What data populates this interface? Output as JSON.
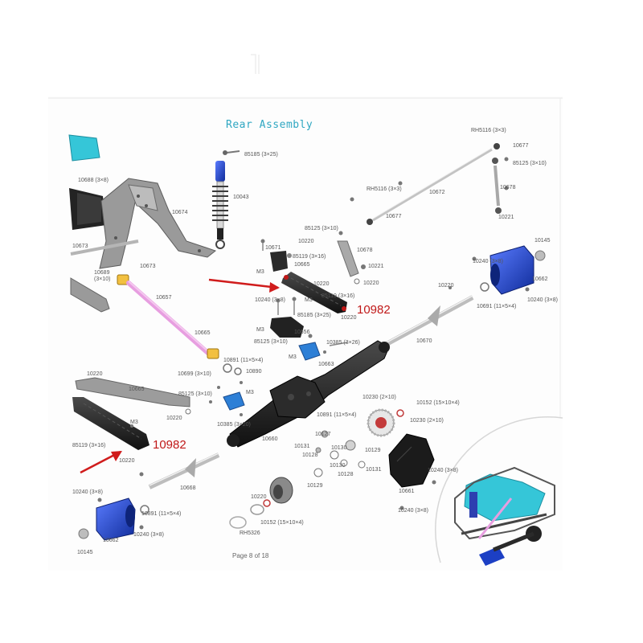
{
  "diagram": {
    "title": "Rear Assembly",
    "page_label": "Page 8 of 18",
    "callouts": [
      "10982",
      "10982"
    ],
    "part_labels": {
      "p10688": "10688 (3×8)",
      "p85185a": "85185 (3×25)",
      "p10043": "10043",
      "p10674": "10674",
      "p10673": "10673",
      "p10673b": "10673",
      "p10689": "10689",
      "p3x10": "(3×10)",
      "p10657": "10657",
      "p10665": "10665",
      "p10891a": "10891 (11×5×4)",
      "p10699": "10699 (3×10)",
      "p10890": "10890",
      "p85125a": "85125 (3×10)",
      "p10220a": "10220",
      "p85119a": "85119 (3×16)",
      "p10665b": "10665",
      "p10671": "10671",
      "p10221a": "10221",
      "p10678a": "10678",
      "p10220b": "10220",
      "p85119b": "85119 (3×16)",
      "p10220c": "10220",
      "p10240a": "10240 (3×8)",
      "pM3a": "M3",
      "pM3b": "M3",
      "p85185b": "85185 (3×25)",
      "p10656": "10656",
      "pM3c": "M3",
      "p85125b": "85125 (3×10)",
      "p10385a": "10385 (3×26)",
      "p10663": "10663",
      "pM3d": "M3",
      "p10672": "10672",
      "pRH5116a": "RH5116 (3×3)",
      "p10677a": "10677",
      "pRH5116b": "RH5116 (3×3)",
      "p10677b": "10677",
      "p85125c": "85125 (3×10)",
      "p10678b": "10678",
      "p10221b": "10221",
      "p10145a": "10145",
      "p10240b": "10240 (3×8)",
      "p10662": "10662",
      "p10220d": "10220",
      "p10691a": "10691 (11×5×4)",
      "p10240c": "10240 (3×8)",
      "p10670": "10670",
      "p10220e": "10220",
      "p10665c": "10665",
      "p85125d": "85125 (3×10)",
      "p10220f": "10220",
      "p10385b": "10385 (3×20)",
      "pM3e": "M3",
      "pM3f": "M3",
      "p85119c": "85119 (3×16)",
      "p10220g": "10220",
      "p10660": "10660",
      "p10891b": "10891 (11×5×4)",
      "p10127": "10127",
      "p10131a": "10131",
      "p10130a": "10130",
      "p10128a": "10128",
      "p10130b": "10130",
      "p10128b": "10128",
      "p10131b": "10131",
      "p10129a": "10129",
      "p10129b": "10129",
      "p10230a": "10230 (2×10)",
      "p10152a": "10152 (15×10×4)",
      "p10230b": "10230 (2×10)",
      "p10240d": "10240 (3×8)",
      "p10661": "10661",
      "p10240e": "10240 (3×8)",
      "p10220h": "10220",
      "p10668": "10668",
      "p10240f": "10240 (3×8)",
      "p10891c": "10891 (11×5×4)",
      "p10662b": "10662",
      "p10240g": "10240 (3×8)",
      "p10145b": "10145",
      "p10220i": "10220",
      "p10152b": "10152 (15×10×4)",
      "pRH5326": "RH5326"
    }
  },
  "colors": {
    "title": "#2fa7c2",
    "callout": "#c01818",
    "hub_blue": "#1c3fc4",
    "bracket_blue": "#2d7fd6",
    "link_pink": "#e79ee0",
    "cyan_panel": "#35c6d8",
    "chassis_grey": "#8a8a8a",
    "axle_black": "#222222"
  }
}
